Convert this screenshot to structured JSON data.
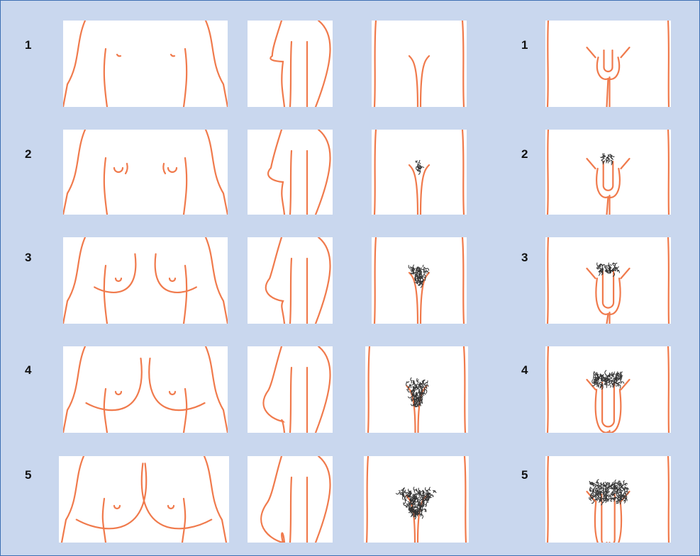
{
  "colors": {
    "background": "#c9d7ee",
    "border": "#3d6fb3",
    "body_outline": "#f07a4c",
    "hair": "#333333",
    "panel_fill": "#ffffff"
  },
  "rows": [
    {
      "label": "1",
      "male_label": "1",
      "hair_level": 0
    },
    {
      "label": "2",
      "male_label": "2",
      "hair_level": 1
    },
    {
      "label": "3",
      "male_label": "3",
      "hair_level": 2
    },
    {
      "label": "4",
      "male_label": "4",
      "hair_level": 3
    },
    {
      "label": "5",
      "male_label": "5",
      "hair_level": 4
    }
  ]
}
